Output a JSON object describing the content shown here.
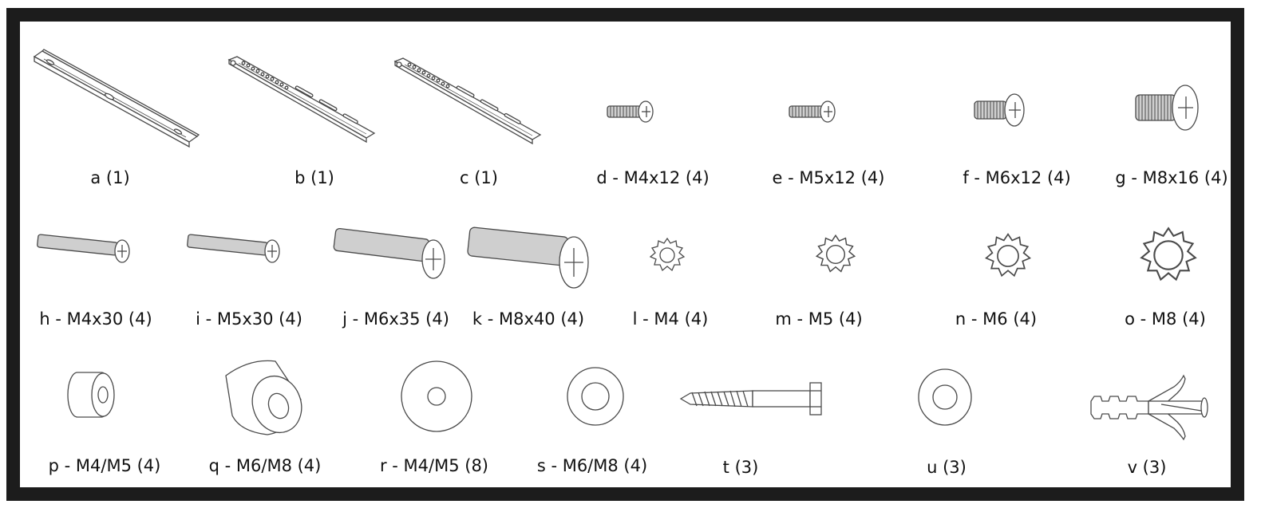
{
  "frame": {
    "border_color": "#1c1c1c",
    "background": "#ffffff"
  },
  "parts": [
    {
      "id": "a",
      "icon": "long-rail-icon",
      "label": "a (1)"
    },
    {
      "id": "b",
      "icon": "slotted-rail-icon",
      "label": "b (1)"
    },
    {
      "id": "c",
      "icon": "slotted-rail-icon",
      "label": "c (1)"
    },
    {
      "id": "d",
      "icon": "screw-icon",
      "label": "d - M4x12 (4)"
    },
    {
      "id": "e",
      "icon": "screw-icon",
      "label": "e - M5x12 (4)"
    },
    {
      "id": "f",
      "icon": "screw-icon",
      "label": "f - M6x12 (4)"
    },
    {
      "id": "g",
      "icon": "screw-icon",
      "label": "g - M8x16 (4)"
    },
    {
      "id": "h",
      "icon": "long-screw-icon",
      "label": "h - M4x30 (4)"
    },
    {
      "id": "i",
      "icon": "long-screw-icon",
      "label": "i - M5x30 (4)"
    },
    {
      "id": "j",
      "icon": "long-screw-icon",
      "label": "j - M6x35 (4)"
    },
    {
      "id": "k",
      "icon": "long-screw-icon",
      "label": "k - M8x40 (4)"
    },
    {
      "id": "l",
      "icon": "lock-washer-icon",
      "label": "l - M4 (4)"
    },
    {
      "id": "m",
      "icon": "lock-washer-icon",
      "label": "m - M5 (4)"
    },
    {
      "id": "n",
      "icon": "lock-washer-icon",
      "label": "n - M6 (4)"
    },
    {
      "id": "o",
      "icon": "lock-washer-icon",
      "label": "o - M8 (4)"
    },
    {
      "id": "p",
      "icon": "spacer-icon",
      "label": "p - M4/M5 (4)"
    },
    {
      "id": "q",
      "icon": "spacer-icon",
      "label": "q - M6/M8 (4)"
    },
    {
      "id": "r",
      "icon": "flat-washer-icon",
      "label": "r - M4/M5 (8)"
    },
    {
      "id": "s",
      "icon": "flat-washer-icon",
      "label": "s - M6/M8 (4)"
    },
    {
      "id": "t",
      "icon": "lag-bolt-icon",
      "label": "t (3)"
    },
    {
      "id": "u",
      "icon": "washer-icon",
      "label": "u (3)"
    },
    {
      "id": "v",
      "icon": "wall-anchor-icon",
      "label": "v (3)"
    }
  ]
}
